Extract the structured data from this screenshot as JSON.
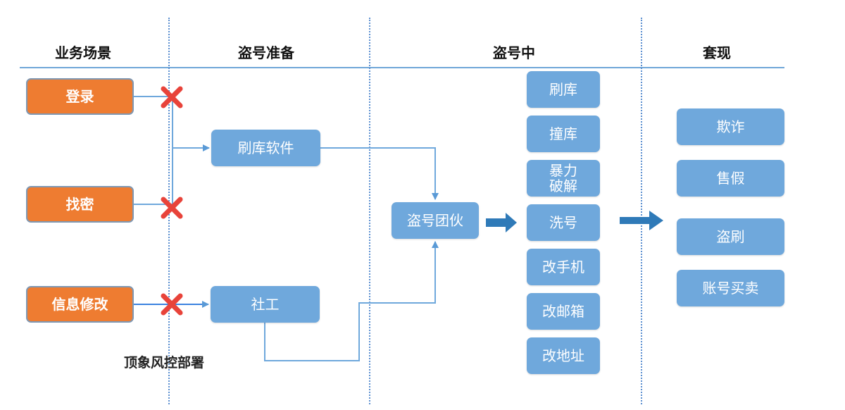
{
  "headers": {
    "business": "业务场景",
    "prep": "盗号准备",
    "during": "盗号中",
    "cashout": "套现"
  },
  "scenarios": [
    {
      "label": "登录"
    },
    {
      "label": "找密"
    },
    {
      "label": "信息修改"
    }
  ],
  "prep_items": [
    {
      "label": "刷库软件"
    },
    {
      "label": "社工"
    }
  ],
  "gang": {
    "label": "盗号团伙"
  },
  "during_items": [
    {
      "label": "刷库"
    },
    {
      "label": "撞库"
    },
    {
      "label": "暴力\n破解"
    },
    {
      "label": "洗号"
    },
    {
      "label": "改手机"
    },
    {
      "label": "改邮箱"
    },
    {
      "label": "改地址"
    }
  ],
  "cashout_items": [
    {
      "label": "欺诈"
    },
    {
      "label": "售假"
    },
    {
      "label": "盗刷"
    },
    {
      "label": "账号买卖"
    }
  ],
  "deployment_label": "顶象风控部署",
  "colors": {
    "scenario_fill": "#ee7c31",
    "node_fill": "#6fa8dc",
    "divider": "#5b8fd0",
    "block_mark": "#e8433a",
    "flow_arrow": "#2f7ab8"
  }
}
